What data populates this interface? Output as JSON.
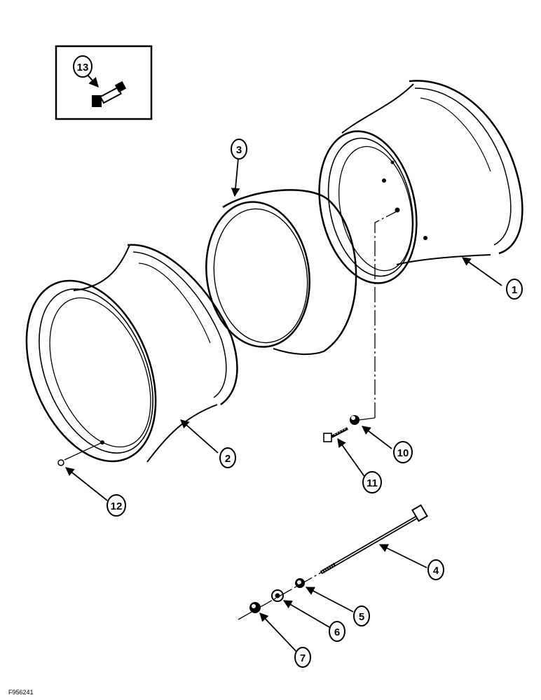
{
  "callouts": [
    {
      "id": "c13",
      "label": "13"
    },
    {
      "id": "c3",
      "label": "3"
    },
    {
      "id": "c1",
      "label": "1"
    },
    {
      "id": "c2",
      "label": "2"
    },
    {
      "id": "c10",
      "label": "10"
    },
    {
      "id": "c11",
      "label": "11"
    },
    {
      "id": "c12",
      "label": "12"
    },
    {
      "id": "c4",
      "label": "4"
    },
    {
      "id": "c5",
      "label": "5"
    },
    {
      "id": "c6",
      "label": "6"
    },
    {
      "id": "c7",
      "label": "7"
    }
  ],
  "figure_id": "F956241",
  "colors": {
    "ink": "#000000",
    "paper": "#ffffff"
  }
}
